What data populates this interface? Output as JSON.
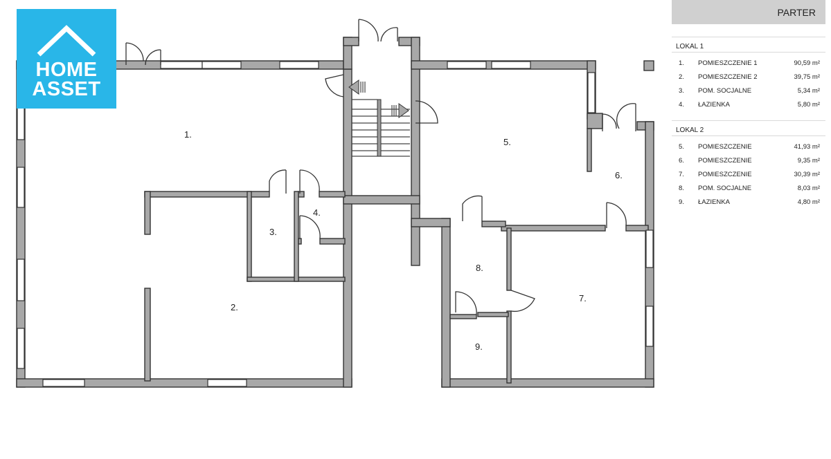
{
  "brand": {
    "line1": "HOME",
    "line2": "ASSET",
    "color": "#29b6e8"
  },
  "floor_label": "PARTER",
  "units": [
    {
      "title": "LOKAL 1",
      "rooms": [
        {
          "num": "1.",
          "name": "POMIESZCZENIE 1",
          "area": "90,59 m²"
        },
        {
          "num": "2.",
          "name": "POMIESZCZENIE 2",
          "area": "39,75 m²"
        },
        {
          "num": "3.",
          "name": "POM. SOCJALNE",
          "area": "5,34 m²"
        },
        {
          "num": "4.",
          "name": "ŁAZIENKA",
          "area": "5,80 m²"
        }
      ]
    },
    {
      "title": "LOKAL 2",
      "rooms": [
        {
          "num": "5.",
          "name": "POMIESZCZENIE",
          "area": "41,93 m²"
        },
        {
          "num": "6.",
          "name": "POMIESZCZENIE",
          "area": "9,35 m²"
        },
        {
          "num": "7.",
          "name": "POMIESZCZENIE",
          "area": "30,39 m²"
        },
        {
          "num": "8.",
          "name": "POM. SOCJALNE",
          "area": "8,03 m²"
        },
        {
          "num": "9.",
          "name": "ŁAZIENKA",
          "area": "4,80 m²"
        }
      ]
    }
  ],
  "room_labels": [
    "1.",
    "2.",
    "3.",
    "4.",
    "5.",
    "6.",
    "7.",
    "8.",
    "9."
  ],
  "colors": {
    "wall": "#a8a8a8",
    "legend_header": "#d0d0d0"
  }
}
